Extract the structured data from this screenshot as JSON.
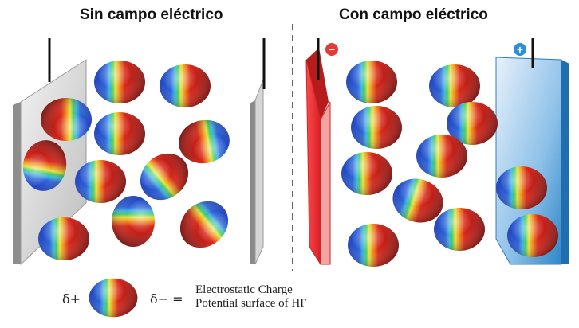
{
  "titles": {
    "left": "Sin campo eléctrico",
    "right": "Con campo eléctrico"
  },
  "charges": {
    "negative": "−",
    "positive": "+"
  },
  "legend": {
    "delta_plus": "δ+",
    "delta_minus": "δ− =",
    "line1": "Electrostatic Charge",
    "line2": "Potential surface of HF"
  },
  "colors": {
    "negative_plate": "#e8232b",
    "positive_plate": "#2e86c8",
    "neutral_plate": "#c8c8c8",
    "negative_badge": "#e53935",
    "positive_badge": "#2a8fd6"
  },
  "molecules": {
    "no_field_orientations": [
      "blue-left",
      "blue-left",
      "blue-left",
      "blue-right",
      "blue-left",
      "blue-left",
      "blue-left",
      "blue-top-left",
      "blue-left",
      "blue-right"
    ],
    "with_field_orientations": "all blue-left (aligned with field)"
  }
}
